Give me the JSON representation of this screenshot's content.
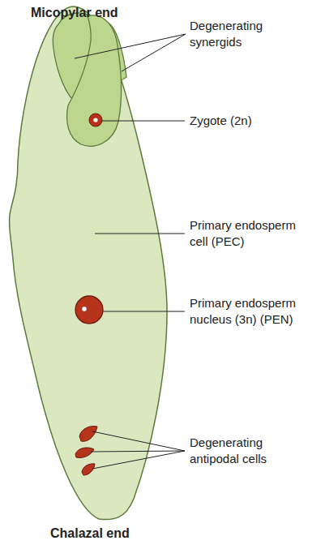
{
  "diagram": {
    "labels": [
      "Micopylar end",
      "Degenerating synergids",
      "Zygote (2n)",
      "Primary endosperm cell (PEC)",
      "Primary endosperm nucleus (3n) (PEN)",
      "Degenerating antipodal cells",
      "Chalazal end"
    ]
  }
}
